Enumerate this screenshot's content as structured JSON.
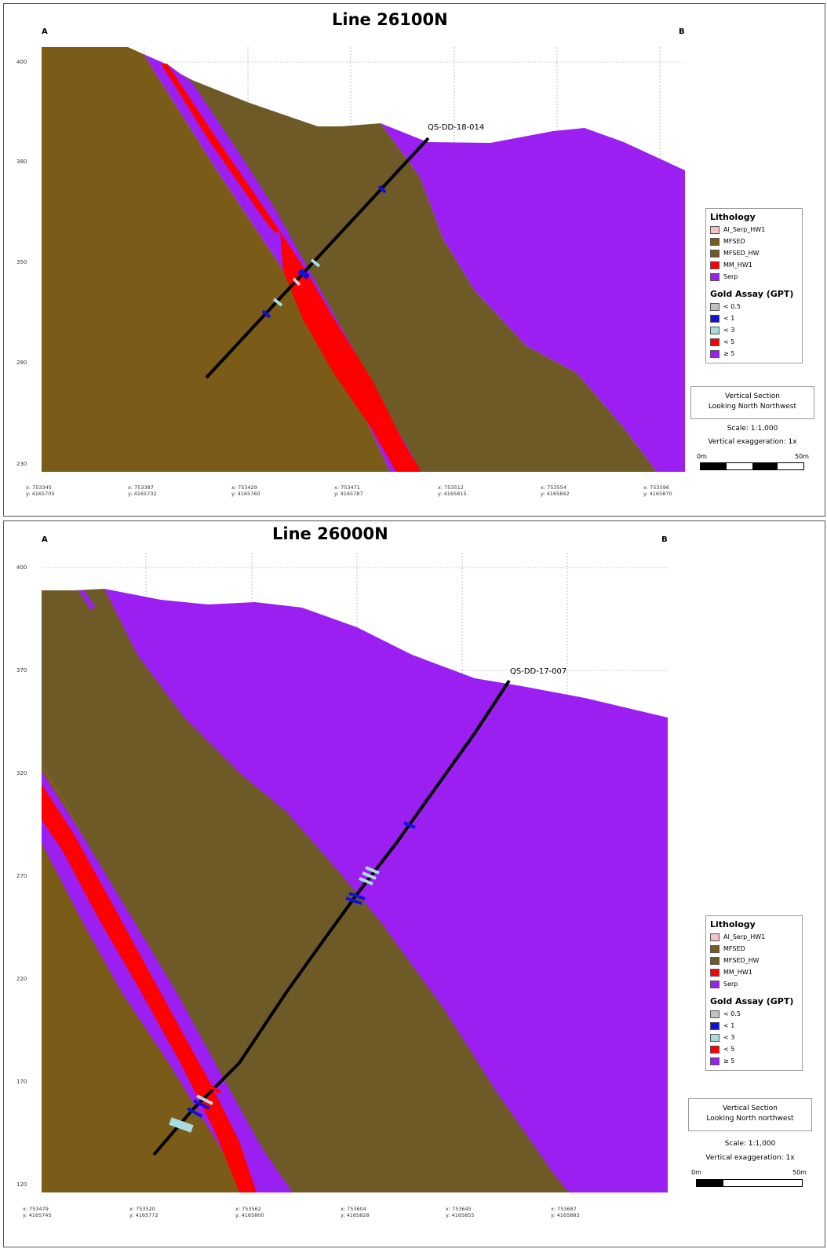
{
  "sections": [
    {
      "title": "Line 26100N",
      "label_a": "A",
      "label_b": "B",
      "drillhole": "QS-DD-18-014",
      "y_ticks": [
        "400",
        "380",
        "350",
        "280",
        "230"
      ],
      "x_ticks": [
        {
          "x": "x: 753345",
          "y": "y: 4165705"
        },
        {
          "x": "x: 753387",
          "y": "y: 4165732"
        },
        {
          "x": "x: 753429",
          "y": "y: 4165760"
        },
        {
          "x": "x: 753471",
          "y": "y: 4165787"
        },
        {
          "x": "x: 753512",
          "y": "y: 4165815"
        },
        {
          "x": "x: 753554",
          "y": "y: 4165842"
        },
        {
          "x": "x: 753596",
          "y": "y: 4165870"
        }
      ],
      "legend": {
        "lithology_title": "Lithology",
        "lithology": [
          "AI_Serp_HW1",
          "MFSED",
          "MFSED_HW",
          "MM_HW1",
          "Serp"
        ],
        "assay_title": "Gold Assay (GPT)",
        "assay": [
          "< 0.5",
          "< 1",
          "< 3",
          "< 5",
          "≥ 5"
        ]
      },
      "view": {
        "line1": "Vertical Section",
        "line2": "Looking North Northwest"
      },
      "scale": "Scale: 1:1,000",
      "exaggeration": "Vertical exaggeration: 1x",
      "scalebar_start": "0m",
      "scalebar_end": "50m"
    },
    {
      "title": "Line 26000N",
      "label_a": "A",
      "label_b": "B",
      "drillhole": "QS-DD-17-007",
      "y_ticks": [
        "400",
        "370",
        "320",
        "270",
        "220",
        "170",
        "120"
      ],
      "x_ticks": [
        {
          "x": "x: 753479",
          "y": "y: 4165745"
        },
        {
          "x": "x: 753520",
          "y": "y: 4165772"
        },
        {
          "x": "x: 753562",
          "y": "y: 4165800"
        },
        {
          "x": "x: 753604",
          "y": "y: 4165828"
        },
        {
          "x": "x: 753645",
          "y": "y: 4165855"
        },
        {
          "x": "x: 753687",
          "y": "y: 4165883"
        }
      ],
      "legend": {
        "lithology_title": "Lithology",
        "lithology": [
          "AI_Serp_HW1",
          "MFSED",
          "MFSED_HW",
          "MM_HW1",
          "Serp"
        ],
        "assay_title": "Gold Assay (GPT)",
        "assay": [
          "< 0.5",
          "< 1",
          "< 3",
          "< 5",
          "≥ 5"
        ]
      },
      "view": {
        "line1": "Vertical Section",
        "line2": "Looking North northwest"
      },
      "scale": "Scale: 1:1,000",
      "exaggeration": "Vertical exaggeration: 1x",
      "scalebar_start": "0m",
      "scalebar_end": "50m"
    }
  ],
  "colors": {
    "mfsed": "#7a5b17",
    "mfsed_hw": "#6e5a27",
    "mm_hw1": "#ff0000",
    "serp": "#9b1ff0",
    "ai_serp_hw1": "#f6c0c8",
    "assay_lt05": "#c0c0c0",
    "assay_lt1": "#1010e0",
    "assay_lt3": "#a8dde0",
    "assay_lt5": "#ff0000",
    "assay_ge5": "#9b1ff0"
  }
}
